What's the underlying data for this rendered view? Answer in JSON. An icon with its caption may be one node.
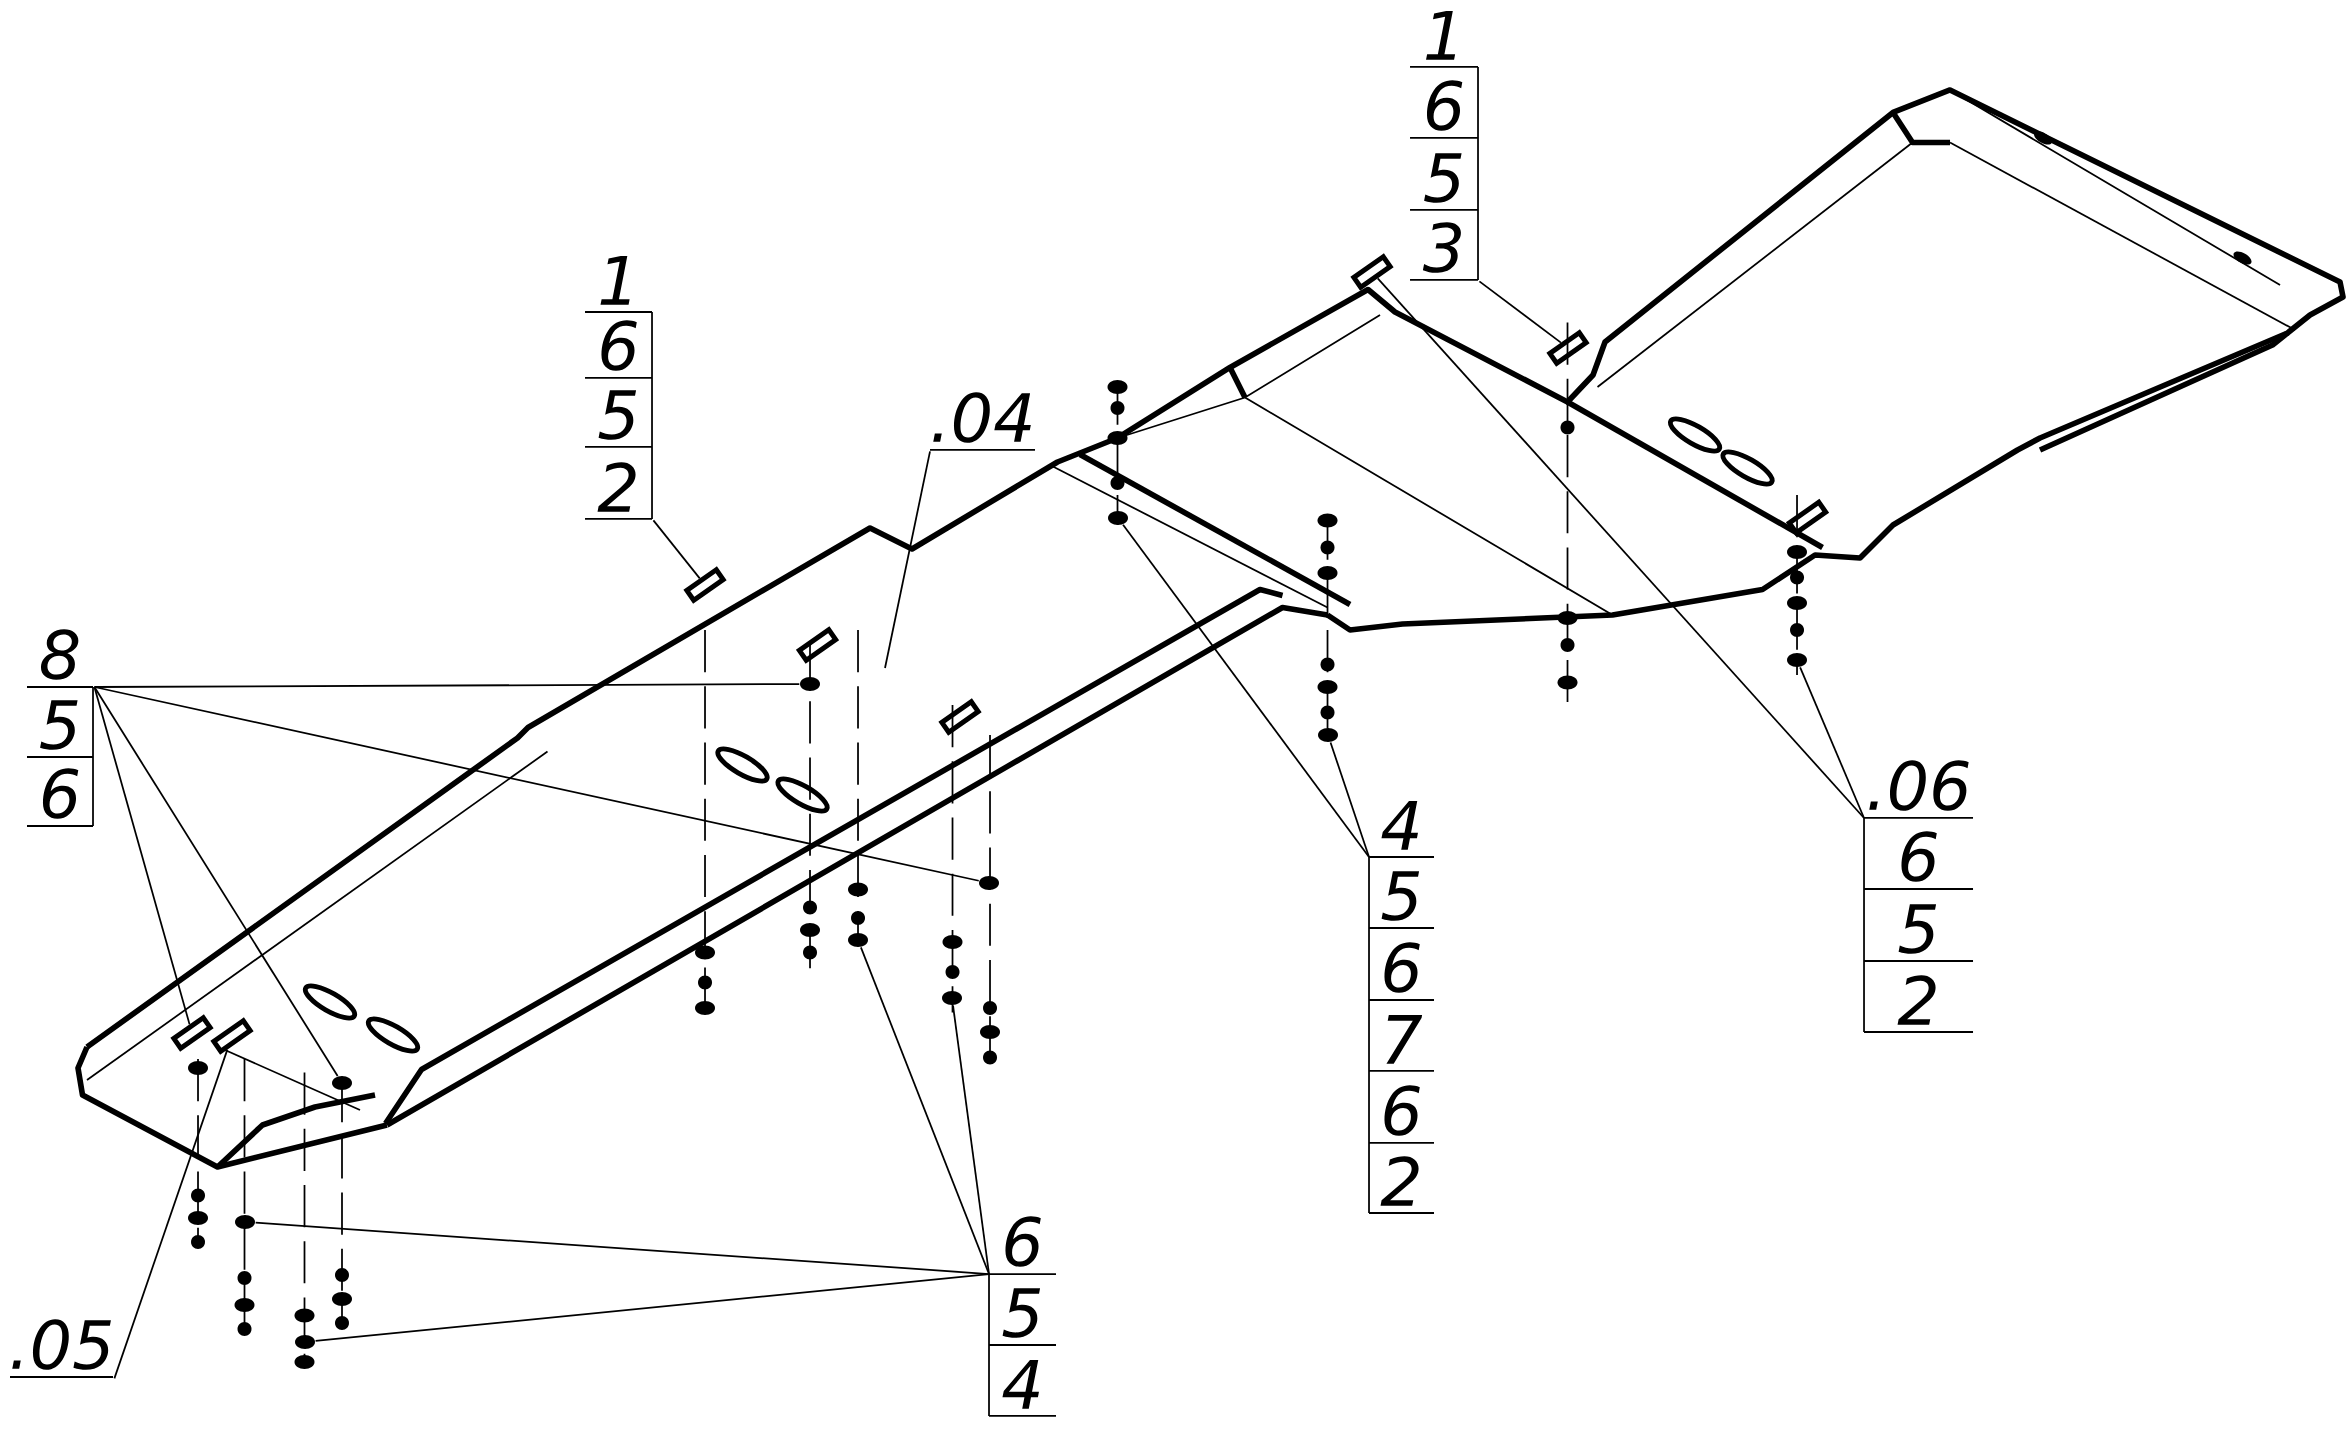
{
  "diagram": {
    "nodes": [
      {
        "text": [
          "1",
          "6",
          "5",
          "3"
        ]
      },
      {
        "text": [
          "1",
          "6",
          "5",
          "2"
        ]
      },
      {
        "text": [
          ".04"
        ]
      },
      {
        "text": [
          "8",
          "5",
          "6"
        ]
      },
      {
        "text": [
          ".06",
          "6",
          "5",
          "2"
        ]
      },
      {
        "text": [
          "4",
          "5",
          "6",
          "7",
          "6",
          "2"
        ]
      },
      {
        "text": [
          "6",
          "5",
          "4"
        ]
      },
      {
        "text": [
          ".05"
        ]
      },
      {
        "text": [],
        "shape": "box"
      },
      {
        "text": [],
        "shape": "box"
      },
      {
        "text": [],
        "shape": "circle"
      },
      {
        "text": [],
        "shape": "circle"
      },
      {
        "text": [],
        "shape": "box"
      },
      {
        "text": [],
        "shape": "circle"
      },
      {
        "text": [],
        "shape": "circle"
      },
      {
        "text": [],
        "shape": "box"
      },
      {
        "text": [],
        "shape": "circle"
      },
      {
        "text": [],
        "shape": "circle"
      },
      {
        "text": [],
        "shape": "circle"
      },
      {
        "text": [],
        "shape": "circle"
      },
      {
        "text": [],
        "shape": "circle"
      },
      {
        "text": [],
        "shape": "circle"
      },
      {
        "text": [],
        "shape": "box"
      }
    ],
    "edges": [
      {
        "from": 0,
        "to": 8,
        "arrow": "none"
      },
      {
        "from": 1,
        "to": 9,
        "arrow": "none"
      },
      {
        "from": 2,
        "to": null,
        "arrow": "none"
      },
      {
        "from": 3,
        "to": 10,
        "arrow": "none"
      },
      {
        "from": 3,
        "to": 11,
        "arrow": "none"
      },
      {
        "from": 3,
        "to": 12,
        "arrow": "none"
      },
      {
        "from": 3,
        "to": 13,
        "arrow": "none"
      },
      {
        "from": 4,
        "to": 14,
        "arrow": "none"
      },
      {
        "from": 4,
        "to": 15,
        "arrow": "none"
      },
      {
        "from": 5,
        "to": 16,
        "arrow": "none"
      },
      {
        "from": 5,
        "to": 17,
        "arrow": "none"
      },
      {
        "from": 6,
        "to": 18,
        "arrow": "none"
      },
      {
        "from": 6,
        "to": 19,
        "arrow": "none"
      },
      {
        "from": 6,
        "to": 20,
        "arrow": "none"
      },
      {
        "from": 6,
        "to": 21,
        "arrow": "none"
      },
      {
        "from": 7,
        "to": 22,
        "arrow": "none"
      }
    ]
  }
}
